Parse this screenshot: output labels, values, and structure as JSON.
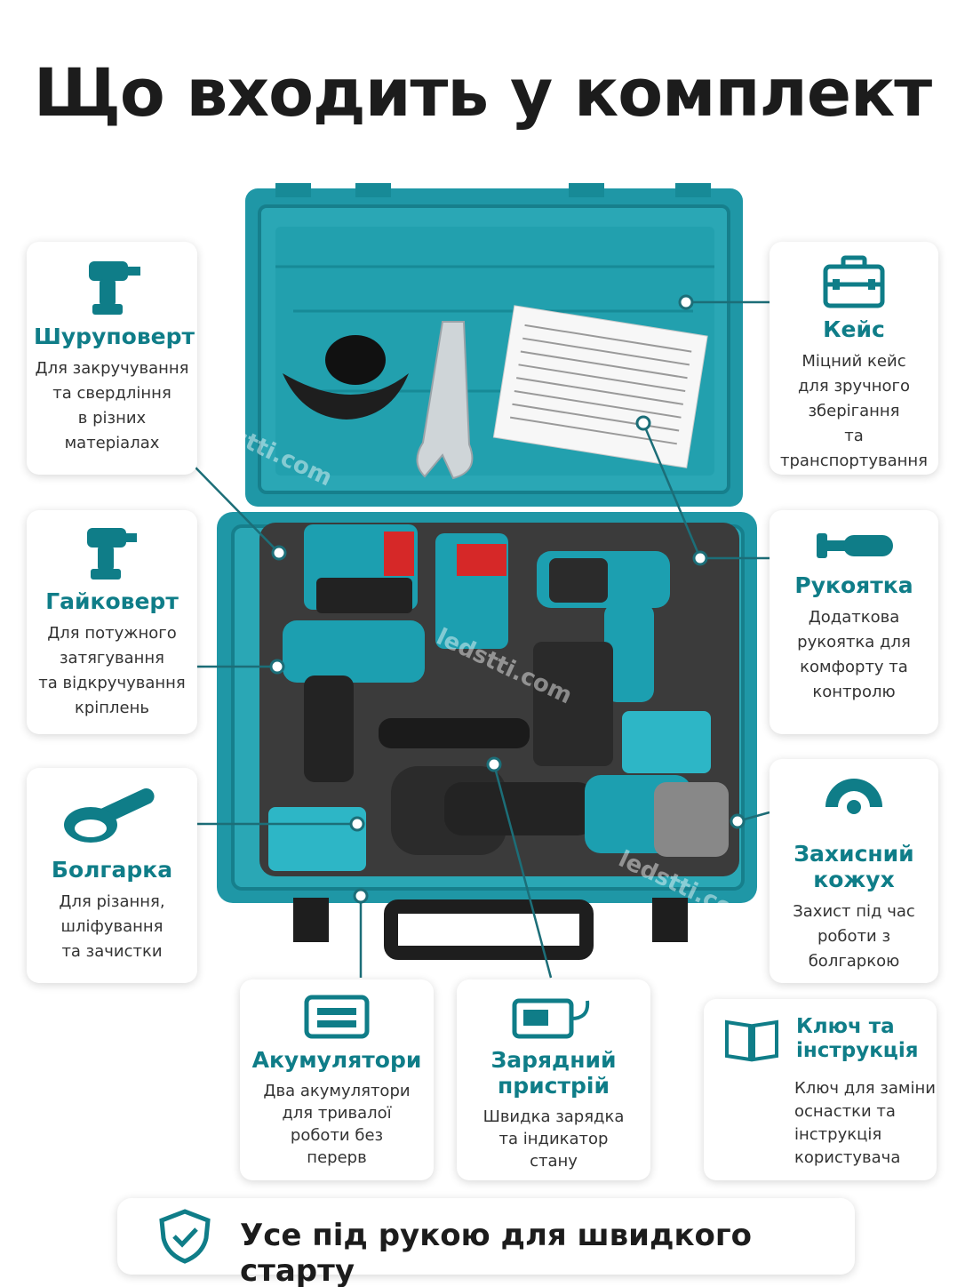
{
  "title": "Що входить у комплект",
  "colors": {
    "accent": "#0f7d88",
    "case": "#1f97a6",
    "foam": "#3a3a3a"
  },
  "cards": {
    "screwdriver": {
      "icon": "drill-icon",
      "title": "Шуруповерт",
      "lines": [
        "Для закручування",
        "та свердління",
        "в різних",
        "матеріалах"
      ]
    },
    "wrench": {
      "icon": "impact-wrench-icon",
      "title": "Гайковерт",
      "lines": [
        "Для потужного",
        "затягування",
        "та відкручування",
        "кріплень"
      ]
    },
    "grinder": {
      "icon": "angle-grinder-icon",
      "title": "Болгарка",
      "lines": [
        "Для різання,",
        "шліфування",
        "та зачистки"
      ]
    },
    "case": {
      "icon": "toolbox-icon",
      "title": "Кейс",
      "lines": [
        "Міцний кейс",
        "для зручного",
        "зберігання",
        "та транспортування"
      ]
    },
    "handle": {
      "icon": "side-handle-icon",
      "title": "Рукоятка",
      "lines": [
        "Додаткова",
        "рукоятка для",
        "комфорту та",
        "контролю"
      ]
    },
    "guard": {
      "icon": "guard-icon",
      "title_lines": [
        "Захисний",
        "кожух"
      ],
      "lines": [
        "Захист під час",
        "роботи з",
        "болгаркою"
      ]
    },
    "battery": {
      "icon": "battery-icon",
      "title": "Акумулятори",
      "lines": [
        "Два акумулятори",
        "для тривалої",
        "роботи без",
        "перерв"
      ]
    },
    "charger": {
      "icon": "charger-icon",
      "title_lines": [
        "Зарядний",
        "пристрій"
      ],
      "lines": [
        "Швидка зарядка",
        "та індикатор",
        "стану"
      ]
    },
    "key": {
      "icon": "book-icon",
      "title_lines": [
        "Ключ та",
        "інструкція"
      ],
      "lines": [
        "Ключ для заміни",
        "оснастки та",
        "інструкція",
        "користувача"
      ]
    }
  },
  "watermark": "ledstti.com",
  "bottom": {
    "text": "Усе під рукою для швидкого старту",
    "icon": "shield-check-icon"
  }
}
